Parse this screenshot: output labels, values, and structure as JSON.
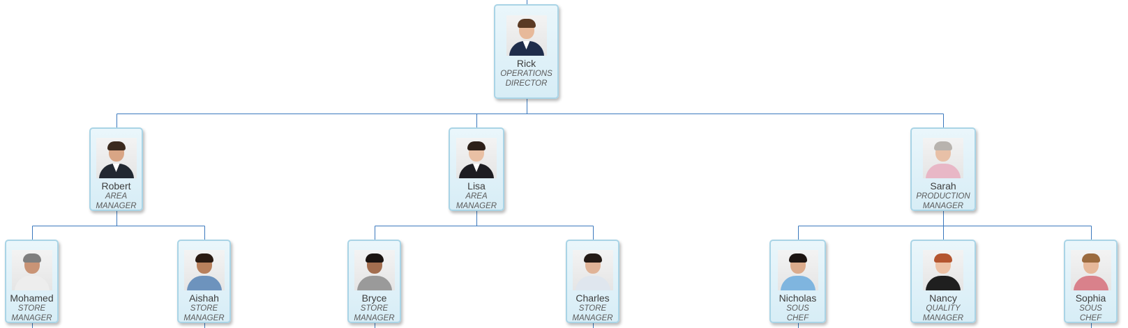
{
  "org_chart": {
    "people": [
      {
        "id": "rick",
        "name": "Rick",
        "role": [
          "OPERATIONS",
          "DIRECTOR"
        ],
        "avatar": "man-suit-avatar",
        "palette": {
          "skin": "#e7b99a",
          "hair": "#5a3a24",
          "clothes": "#1f2d4b"
        }
      },
      {
        "id": "robert",
        "name": "Robert",
        "role": [
          "AREA",
          "MANAGER"
        ],
        "avatar": "man-suit-avatar",
        "palette": {
          "skin": "#d9a585",
          "hair": "#3b2a1e",
          "clothes": "#222831"
        }
      },
      {
        "id": "lisa",
        "name": "Lisa",
        "role": [
          "AREA",
          "MANAGER"
        ],
        "avatar": "woman-blazer-avatar",
        "palette": {
          "skin": "#e9c0a4",
          "hair": "#2d2019",
          "clothes": "#1d1d22"
        }
      },
      {
        "id": "sarah",
        "name": "Sarah",
        "role": [
          "PRODUCTION",
          "MANAGER"
        ],
        "avatar": "woman-pink-avatar",
        "palette": {
          "skin": "#e8c0a7",
          "hair": "#b8b3ae",
          "clothes": "#e8b7c6"
        }
      },
      {
        "id": "mohamed",
        "name": "Mohamed",
        "role": [
          "STORE",
          "MANAGER"
        ],
        "avatar": "man-white-shirt-avatar",
        "palette": {
          "skin": "#c99476",
          "hair": "#7f7f7f",
          "clothes": "#ededed"
        }
      },
      {
        "id": "aishah",
        "name": "Aishah",
        "role": [
          "STORE",
          "MANAGER"
        ],
        "avatar": "woman-denim-avatar",
        "palette": {
          "skin": "#b8805c",
          "hair": "#2a1a12",
          "clothes": "#6d93bd"
        }
      },
      {
        "id": "bryce",
        "name": "Bryce",
        "role": [
          "STORE",
          "MANAGER"
        ],
        "avatar": "man-gray-top-avatar",
        "palette": {
          "skin": "#a36e4f",
          "hair": "#1b1411",
          "clothes": "#9a9a9a"
        }
      },
      {
        "id": "charles",
        "name": "Charles",
        "role": [
          "STORE",
          "MANAGER"
        ],
        "avatar": "man-light-shirt-avatar",
        "palette": {
          "skin": "#e0b397",
          "hair": "#241a15",
          "clothes": "#dfe6ee"
        }
      },
      {
        "id": "nicholas",
        "name": "Nicholas",
        "role": [
          "SOUS",
          "CHEF"
        ],
        "avatar": "man-blue-shirt-avatar",
        "palette": {
          "skin": "#dbab8c",
          "hair": "#1d1512",
          "clothes": "#7fb5df"
        }
      },
      {
        "id": "nancy",
        "name": "Nancy",
        "role": [
          "QUALITY",
          "MANAGER"
        ],
        "avatar": "woman-black-top-avatar",
        "palette": {
          "skin": "#edc2a6",
          "hair": "#b4552f",
          "clothes": "#1f1f1f"
        }
      },
      {
        "id": "sophia",
        "name": "Sophia",
        "role": [
          "SOUS",
          "CHEF"
        ],
        "avatar": "woman-pink-top-avatar",
        "palette": {
          "skin": "#e6b89a",
          "hair": "#9b6b3f",
          "clothes": "#d9818b"
        }
      }
    ],
    "links": [
      [
        "rick",
        "robert"
      ],
      [
        "rick",
        "lisa"
      ],
      [
        "rick",
        "sarah"
      ],
      [
        "robert",
        "mohamed"
      ],
      [
        "robert",
        "aishah"
      ],
      [
        "lisa",
        "bryce"
      ],
      [
        "lisa",
        "charles"
      ],
      [
        "sarah",
        "nicholas"
      ],
      [
        "sarah",
        "nancy"
      ],
      [
        "sarah",
        "sophia"
      ]
    ],
    "connector_color": "#3a78bd"
  }
}
